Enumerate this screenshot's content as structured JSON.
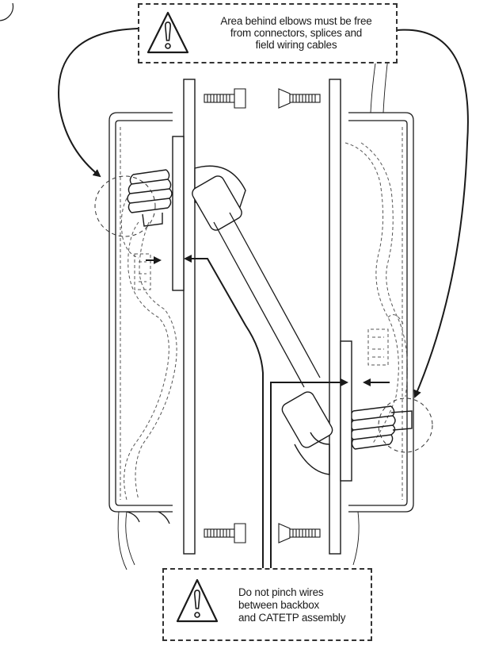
{
  "callouts": {
    "top": {
      "lines": [
        "Area behind elbows must be free",
        "from connectors, splices and",
        "field wiring cables"
      ],
      "icon": "warning-triangle-icon"
    },
    "bottom": {
      "lines": [
        "Do not pinch wires",
        "between backbox",
        "and CATETP assembly"
      ],
      "icon": "warning-triangle-icon"
    }
  },
  "colors": {
    "line": "#1a1a1a",
    "dashed": "#555555"
  }
}
